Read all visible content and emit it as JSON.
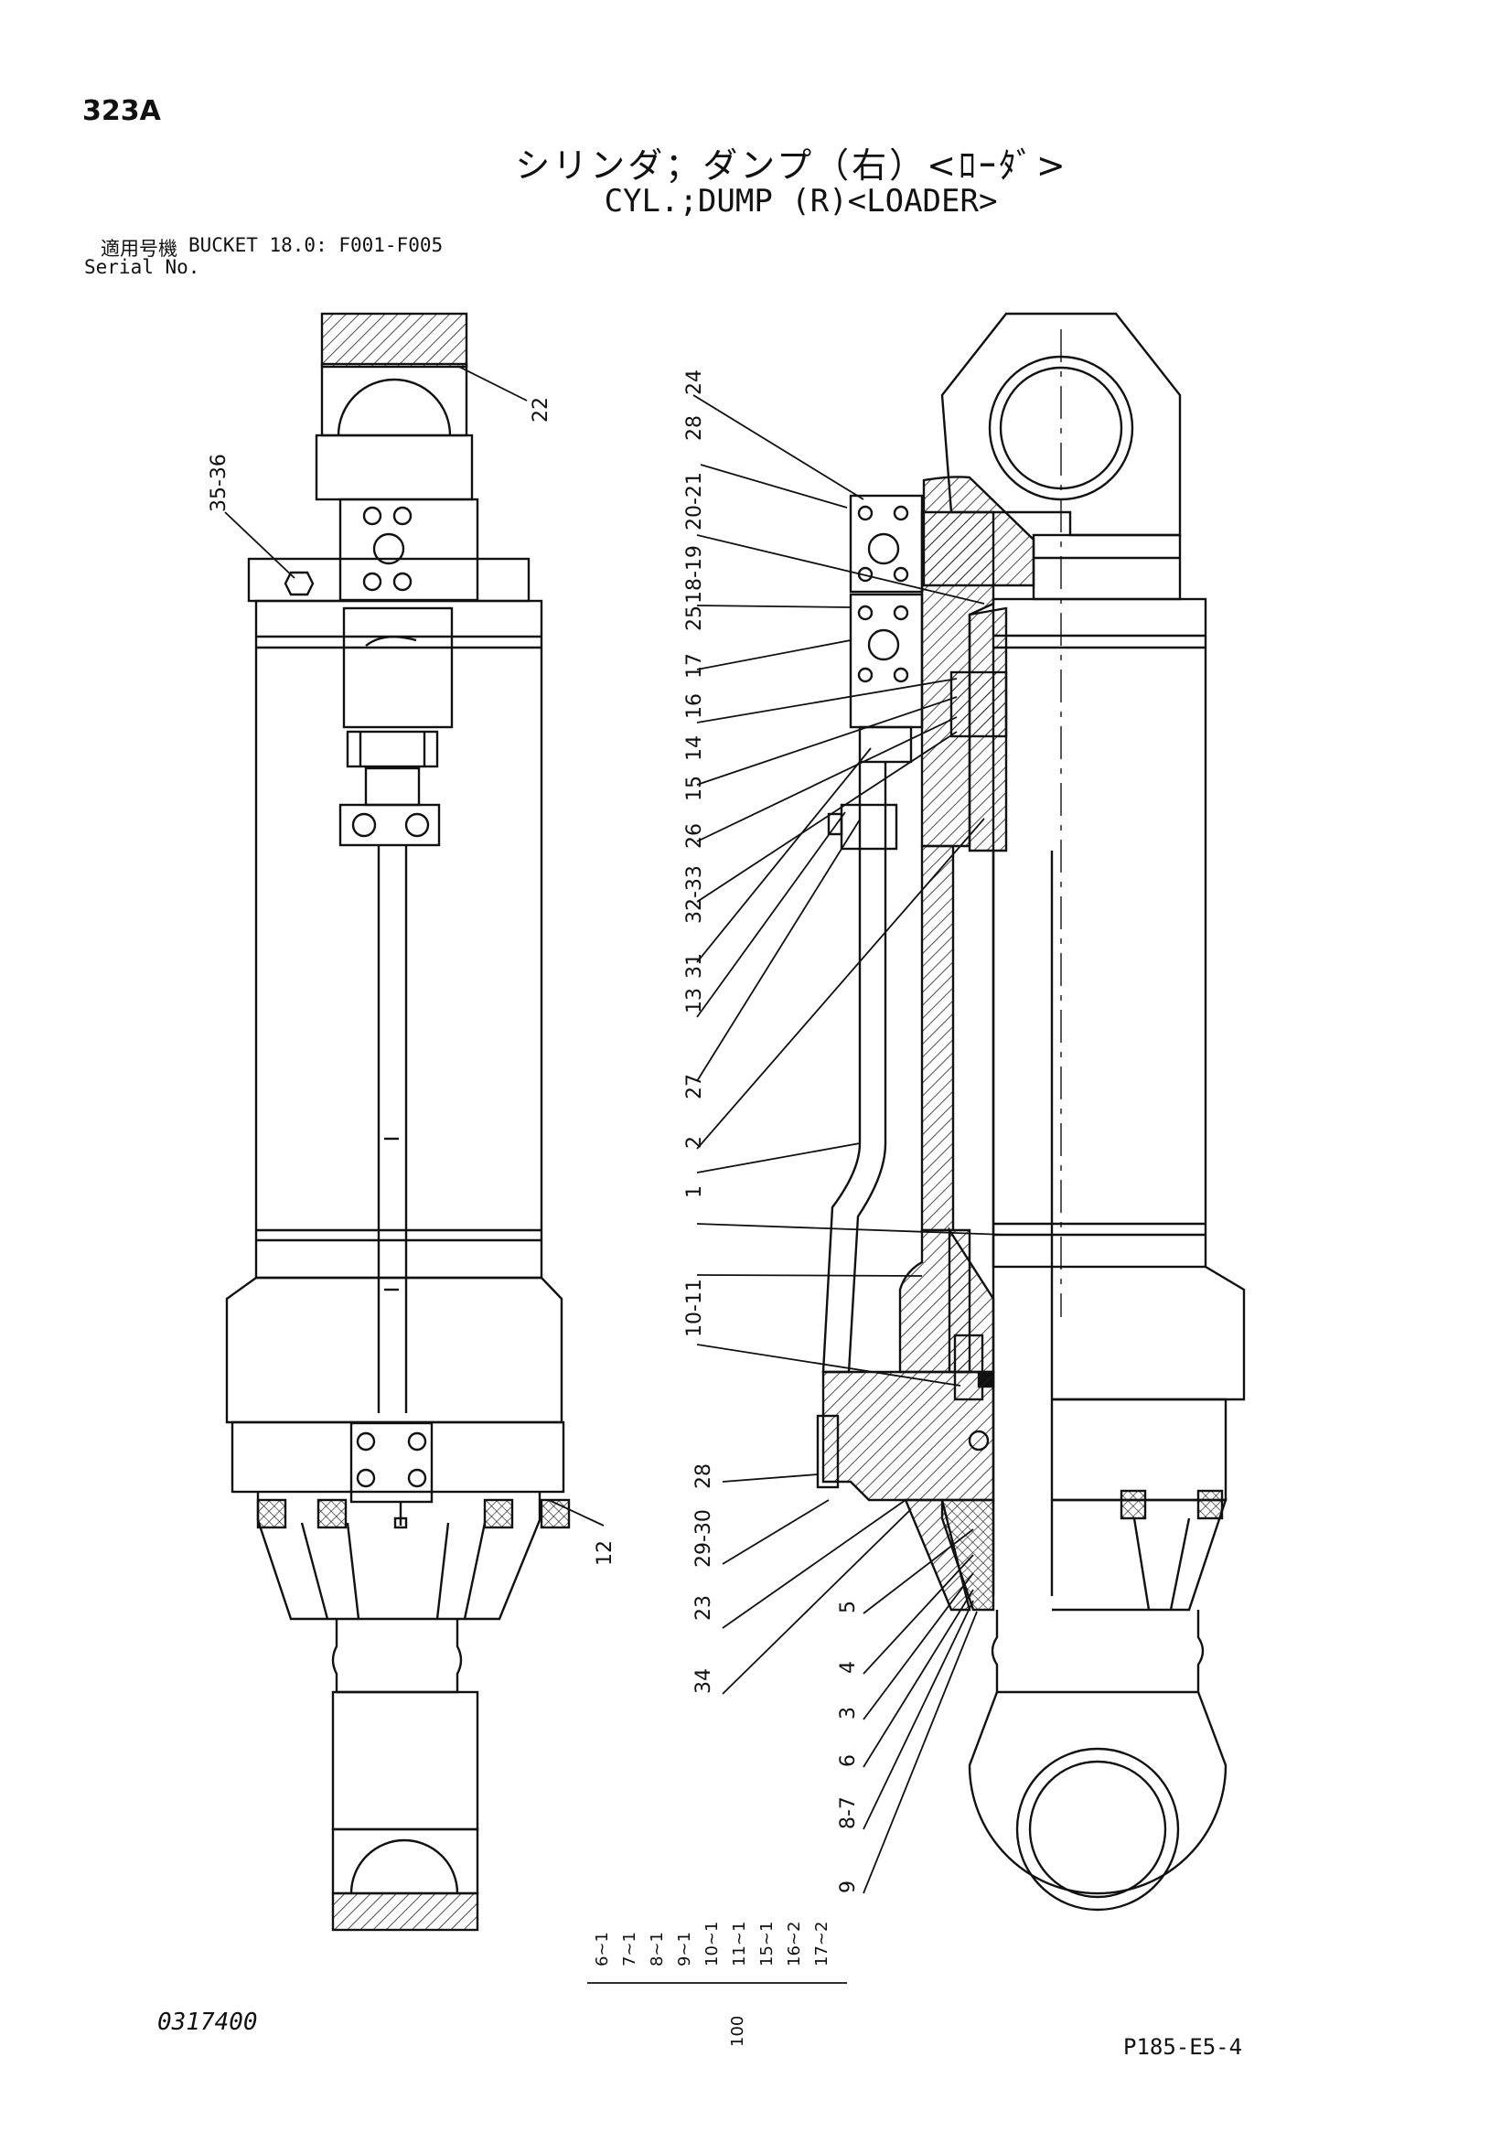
{
  "header": {
    "page_number": "323A",
    "title_jp": "シリンダ；ダンプ（右）<ﾛｰﾀﾞ>",
    "title_en": "CYL.;DUMP (R)<LOADER>",
    "serial_label_jp": "適用号機",
    "serial_value": "BUCKET 18.0: F001-F005",
    "serial_label_en": "Serial No."
  },
  "callouts": {
    "c22": "22",
    "c35_36": "35-36",
    "c12": "12",
    "c24": "24",
    "c28_top": "28",
    "c20_21": "20-21",
    "c18_19": "18-19",
    "c25": "25",
    "c17": "17",
    "c16": "16",
    "c14": "14",
    "c15": "15",
    "c26": "26",
    "c32_33": "32-33",
    "c31": "31",
    "c13": "13",
    "c27": "27",
    "c2": "2",
    "c1": "1",
    "c10_11": "10-11",
    "c28_bottom": "28",
    "c29_30": "29-30",
    "c23": "23",
    "c34": "34",
    "c5": "5",
    "c4": "4",
    "c3": "3",
    "c6": "6",
    "c8_7": "8-7",
    "c9": "9"
  },
  "quantity_group": {
    "items": [
      "6~1",
      "7~1",
      "8~1",
      "9~1",
      "10~1",
      "11~1",
      "15~1",
      "16~2",
      "17~2"
    ],
    "total": "100"
  },
  "footer": {
    "drawing_number": "0317400",
    "page_code": "P185-E5-4"
  }
}
